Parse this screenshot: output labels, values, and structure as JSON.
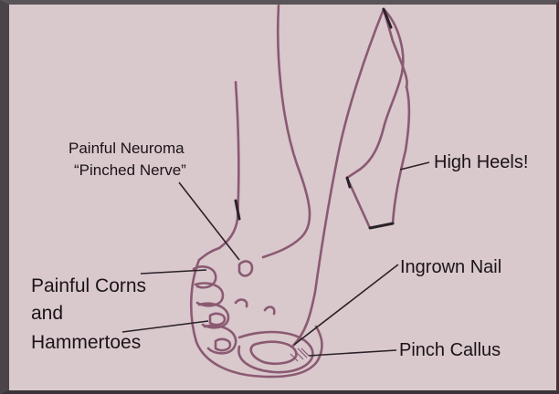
{
  "labels": {
    "neuroma_line1": "Painful Neuroma",
    "neuroma_line2": "“Pinched Nerve”",
    "high_heels": "High Heels!",
    "ingrown_nail": "Ingrown Nail",
    "corns_line1": "Painful Corns",
    "corns_line2": "and",
    "corns_line3": "Hammertoes",
    "pinch_callus": "Pinch Callus"
  },
  "colors": {
    "background": "#d9c8cc",
    "outline": "#8a5a72",
    "leader_line": "#2a2228",
    "text": "#1a1418"
  }
}
